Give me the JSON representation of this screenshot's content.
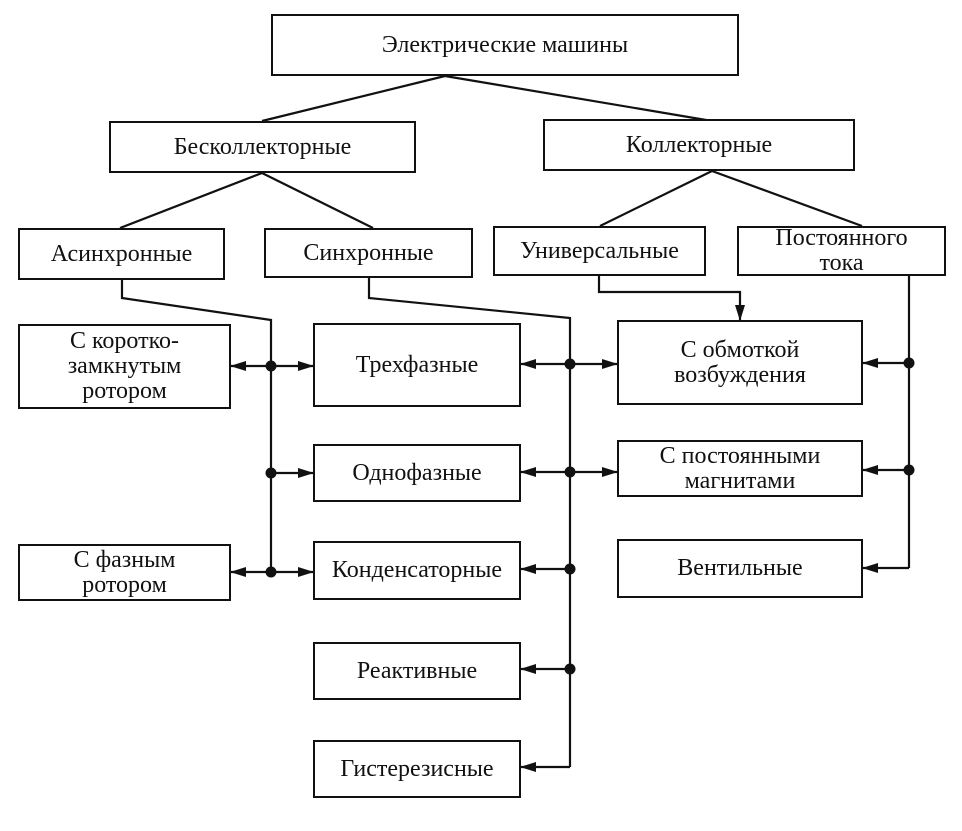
{
  "colors": {
    "ink": "#111111",
    "background": "#ffffff"
  },
  "nodes": {
    "root": "Электрические машины",
    "brushless": "Бесколлекторные",
    "commutator": "Коллекторные",
    "async": "Асинхронные",
    "sync": "Синхронные",
    "universal": "Универсальные",
    "dc": "Постоянного\nтока",
    "squirrel_cage": "С коротко-\nзамкнутым\nротором",
    "wound_rotor": "С фазным\nротором",
    "three_phase": "Трехфазные",
    "single_phase": "Однофазные",
    "capacitor": "Конденсаторные",
    "reluctance": "Реактивные",
    "hysteresis": "Гистерезисные",
    "field_winding": "С обмоткой\nвозбуждения",
    "permanent_magnet": "С постоянными\nмагнитами",
    "valve": "Вентильные"
  }
}
